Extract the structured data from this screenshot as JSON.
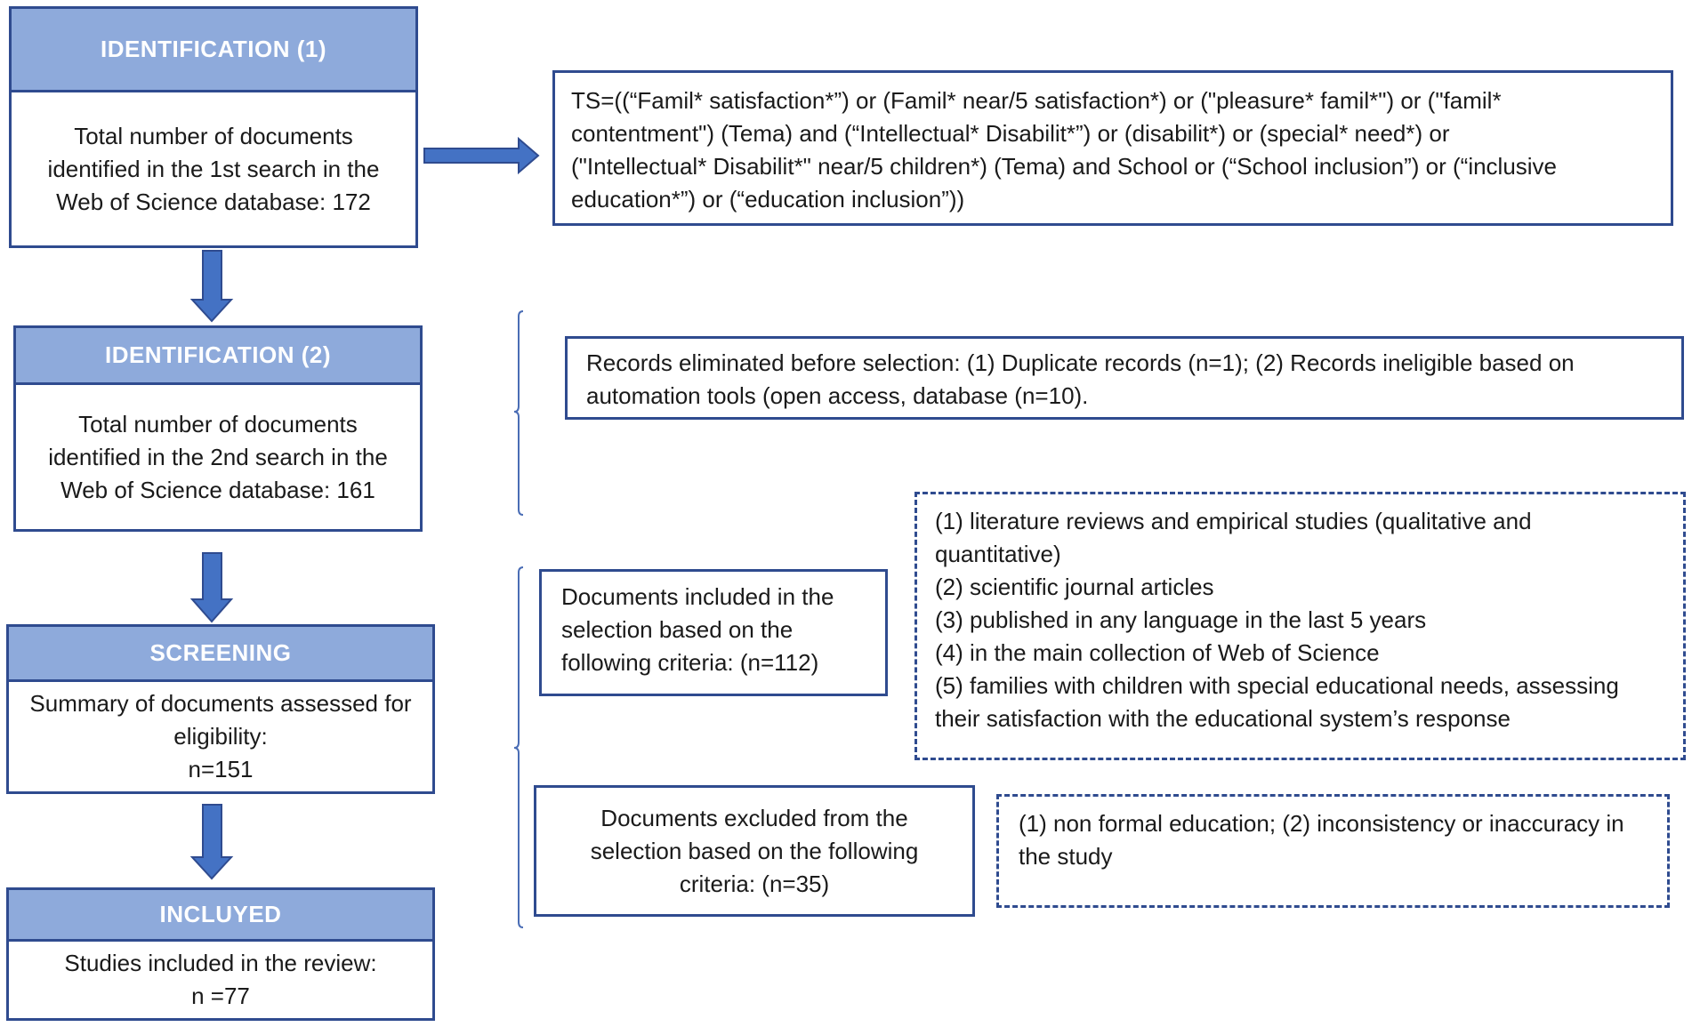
{
  "stages": [
    {
      "key": "id1",
      "title": "IDENTIFICATION (1)",
      "lines": [
        "Total number of documents",
        "identified in the 1st search in the",
        "Web of Science database: 172"
      ]
    },
    {
      "key": "id2",
      "title": "IDENTIFICATION (2)",
      "lines": [
        "Total number of documents",
        "identified in the 2nd search in the",
        "Web of Science database: 161"
      ]
    },
    {
      "key": "screening",
      "title": "SCREENING",
      "lines": [
        "Summary of documents assessed for",
        "eligibility:",
        "n=151"
      ]
    },
    {
      "key": "included",
      "title": "INCLUYED",
      "lines": [
        "Studies included in the review:",
        "n =77"
      ]
    }
  ],
  "search_query": {
    "lines": [
      "TS=((“Famil* satisfaction*”) or (Famil* near/5 satisfaction*) or (\"pleasure* famil*\") or (\"famil*",
      "contentment\") (Tema) and (“Intellectual* Disabilit*”) or (disabilit*) or (special* need*) or",
      "(\"Intellectual* Disabilit*\" near/5 children*) (Tema) and School or (“School inclusion”) or (“inclusive",
      "education*”) or (“education inclusion”))"
    ]
  },
  "records_eliminated": {
    "lines": [
      "Records eliminated before selection: (1) Duplicate records (n=1); (2) Records ineligible based on",
      "automation tools (open access, database (n=10)."
    ]
  },
  "included_selection": {
    "lines": [
      "Documents included in the",
      "selection based on the",
      "following criteria: (n=112)"
    ]
  },
  "inclusion_criteria": {
    "lines": [
      "(1) literature reviews and empirical studies (qualitative and",
      "quantitative)",
      "(2) scientific journal articles",
      "(3) published in any language in the last 5 years",
      "(4) in the main collection of Web of Science",
      "(5) families with children with special educational needs, assessing",
      "their satisfaction with the educational system’s response"
    ]
  },
  "excluded_selection": {
    "lines": [
      "Documents excluded from the",
      "selection based on the following",
      "criteria: (n=35)"
    ]
  },
  "exclusion_criteria": {
    "lines": [
      "(1) non formal education; (2) inconsistency or inaccuracy in",
      "the study"
    ]
  },
  "colors": {
    "header_fill": "#8eaadb",
    "border": "#2f4b8f",
    "arrow": "#4472c4",
    "bracket": "#4a6db5"
  }
}
